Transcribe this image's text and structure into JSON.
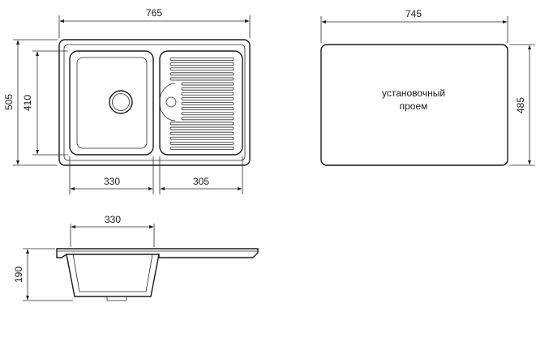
{
  "dimensions": {
    "top_width": "765",
    "height": "505",
    "bowl_height": "410",
    "bowl_width": "330",
    "drainboard_width": "305",
    "cutout_width": "745",
    "cutout_height": "485",
    "section_width": "330",
    "section_depth": "190"
  },
  "cutout": {
    "label_line1": "установочный",
    "label_line2": "проем"
  }
}
